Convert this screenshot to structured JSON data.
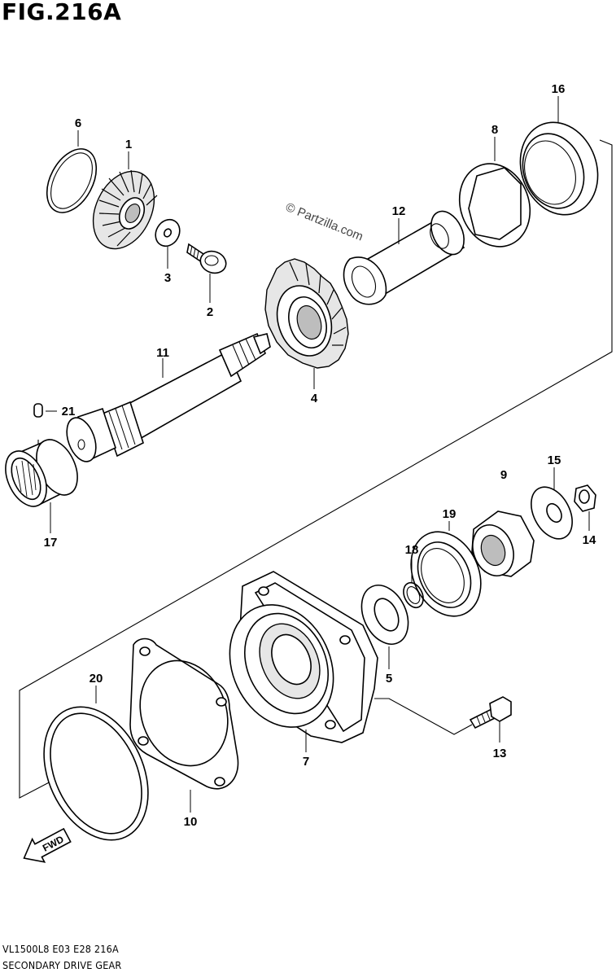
{
  "figure": {
    "title": "FIG.216A",
    "watermark": "© Partzilla.com",
    "footer_code": "VL1500L8 E03 E28 216A",
    "footer_name": "SECONDARY DRIVE GEAR",
    "fwd_label": "FWD"
  },
  "parts": [
    {
      "key": "p1",
      "number": "1"
    },
    {
      "key": "p2",
      "number": "2"
    },
    {
      "key": "p3",
      "number": "3"
    },
    {
      "key": "p4",
      "number": "4"
    },
    {
      "key": "p5",
      "number": "5"
    },
    {
      "key": "p6",
      "number": "6"
    },
    {
      "key": "p7",
      "number": "7"
    },
    {
      "key": "p8",
      "number": "8"
    },
    {
      "key": "p9",
      "number": "9"
    },
    {
      "key": "p10",
      "number": "10"
    },
    {
      "key": "p11",
      "number": "11"
    },
    {
      "key": "p12",
      "number": "12"
    },
    {
      "key": "p13",
      "number": "13"
    },
    {
      "key": "p14",
      "number": "14"
    },
    {
      "key": "p15",
      "number": "15"
    },
    {
      "key": "p16",
      "number": "16"
    },
    {
      "key": "p17",
      "number": "17"
    },
    {
      "key": "p18",
      "number": "18"
    },
    {
      "key": "p19",
      "number": "19"
    },
    {
      "key": "p20",
      "number": "20"
    },
    {
      "key": "p21",
      "number": "21"
    }
  ]
}
